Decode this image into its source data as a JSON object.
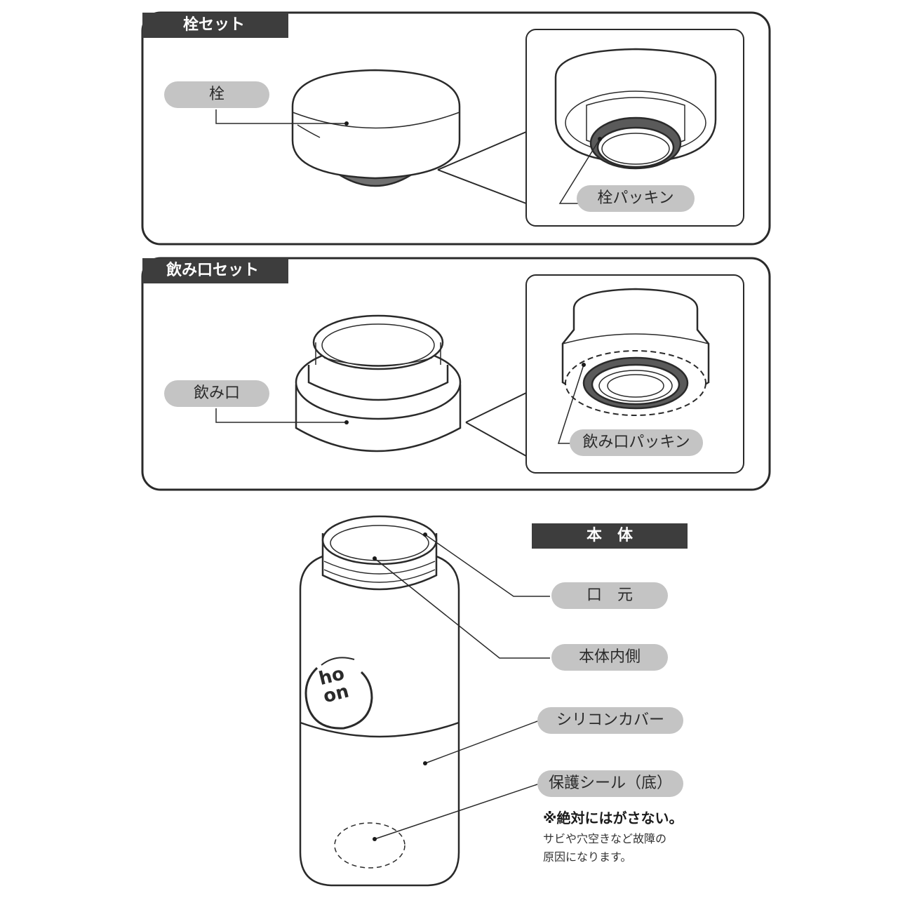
{
  "sections": {
    "plug_set": {
      "title": "栓セット",
      "part_label": "栓",
      "gasket_label": "栓パッキン"
    },
    "mouth_set": {
      "title": "飲み口セット",
      "part_label": "飲み口",
      "gasket_label": "飲み口パッキン"
    },
    "body": {
      "title": "本　体",
      "labels": {
        "mouth_rim": "口　元",
        "inner_body": "本体内側",
        "silicone_cover": "シリコンカバー",
        "protective_seal": "保護シール（底）"
      },
      "warning": "※絶対にはがさない。",
      "note_lines": [
        "サビや穴空きなど故障の",
        "原因になります。"
      ],
      "logo": "ho on"
    }
  },
  "colors": {
    "tab_bg": "#3d3d3d",
    "pill_bg": "#c4c4c4",
    "outline": "#2a2a2a",
    "gasket": "#6a6a6a"
  }
}
